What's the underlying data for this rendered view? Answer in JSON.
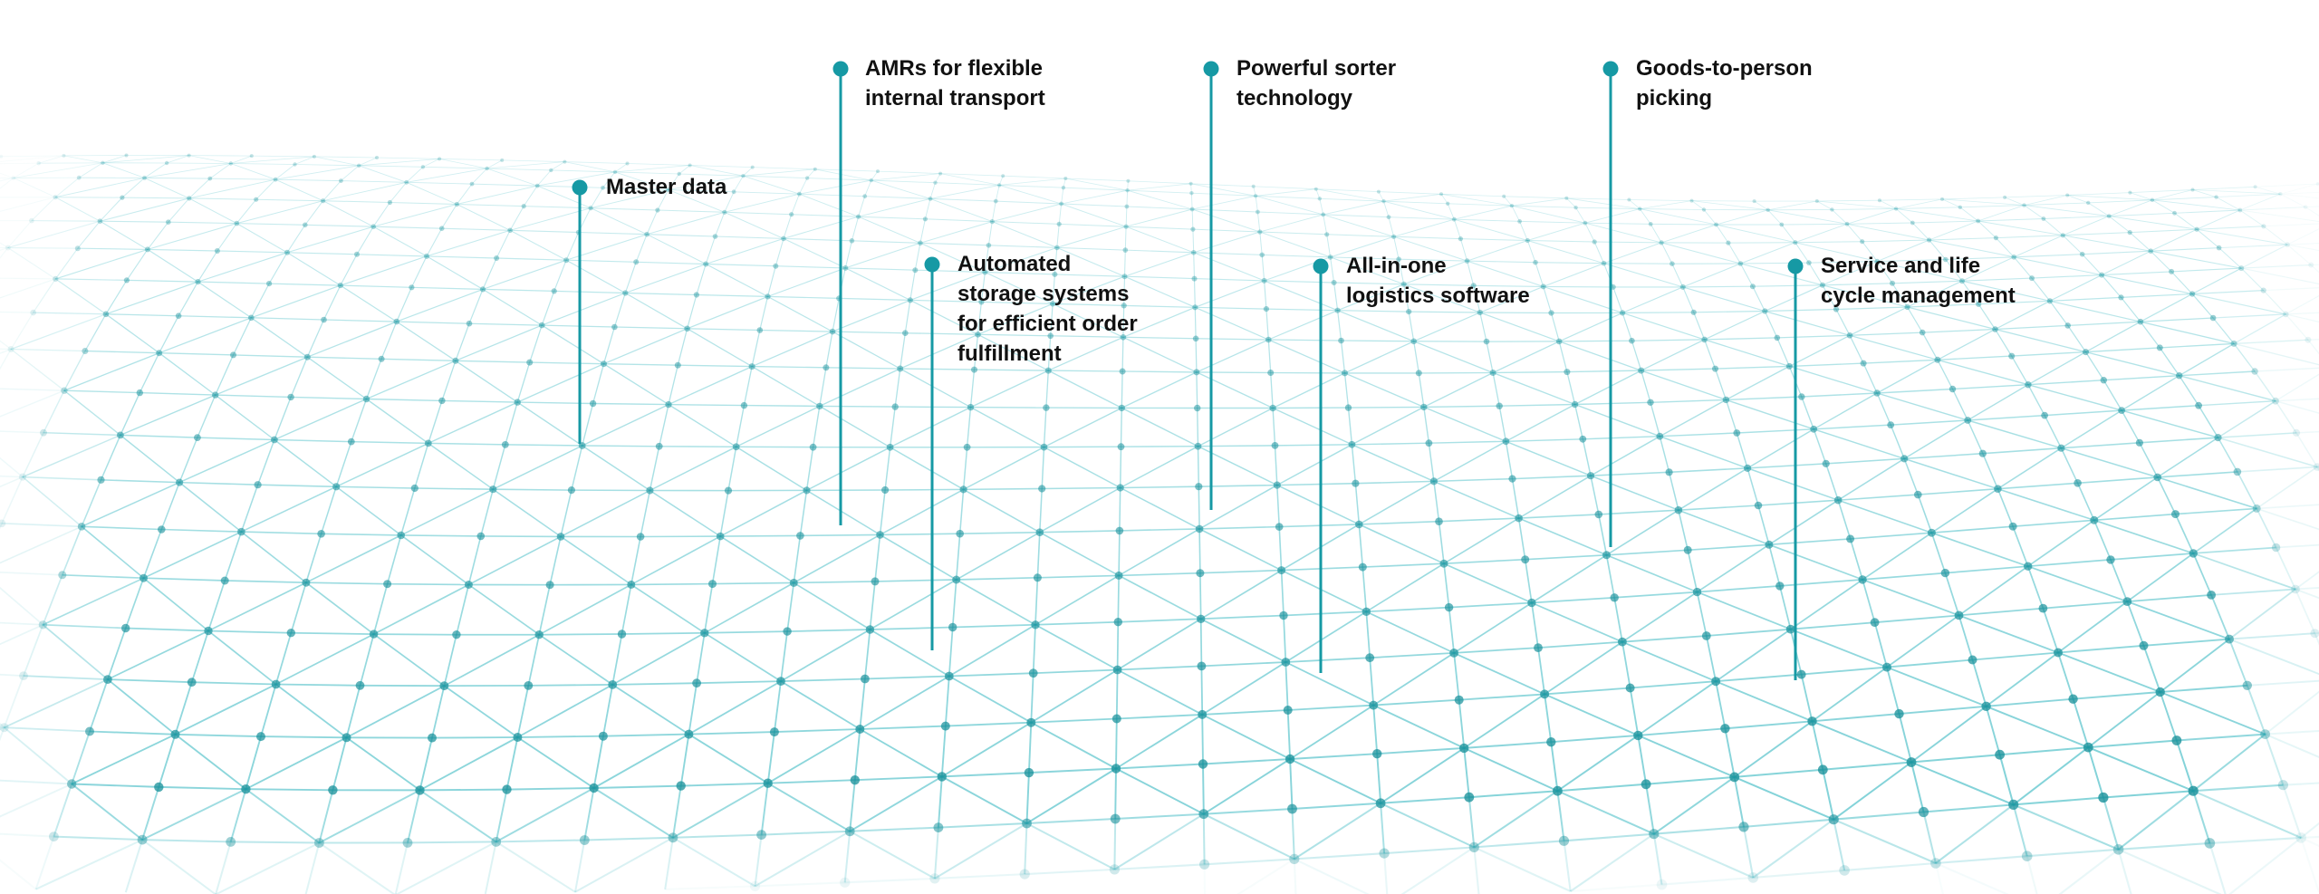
{
  "accent_color": "#1699a4",
  "mesh_color": "#2bb3bd",
  "callouts": [
    {
      "id": "master-data",
      "lines": [
        "Master data"
      ]
    },
    {
      "id": "amrs",
      "lines": [
        "AMRs for flexible",
        "internal transport"
      ]
    },
    {
      "id": "automated-storage",
      "lines": [
        "Automated",
        "storage systems",
        "for efficient order",
        "fulfillment"
      ]
    },
    {
      "id": "sorter",
      "lines": [
        "Powerful sorter",
        "technology"
      ]
    },
    {
      "id": "logistics-software",
      "lines": [
        "All-in-one",
        "logistics software"
      ]
    },
    {
      "id": "goods-to-person",
      "lines": [
        "Goods-to-person",
        "picking"
      ]
    },
    {
      "id": "service",
      "lines": [
        "Service and life",
        "cycle management"
      ]
    }
  ]
}
